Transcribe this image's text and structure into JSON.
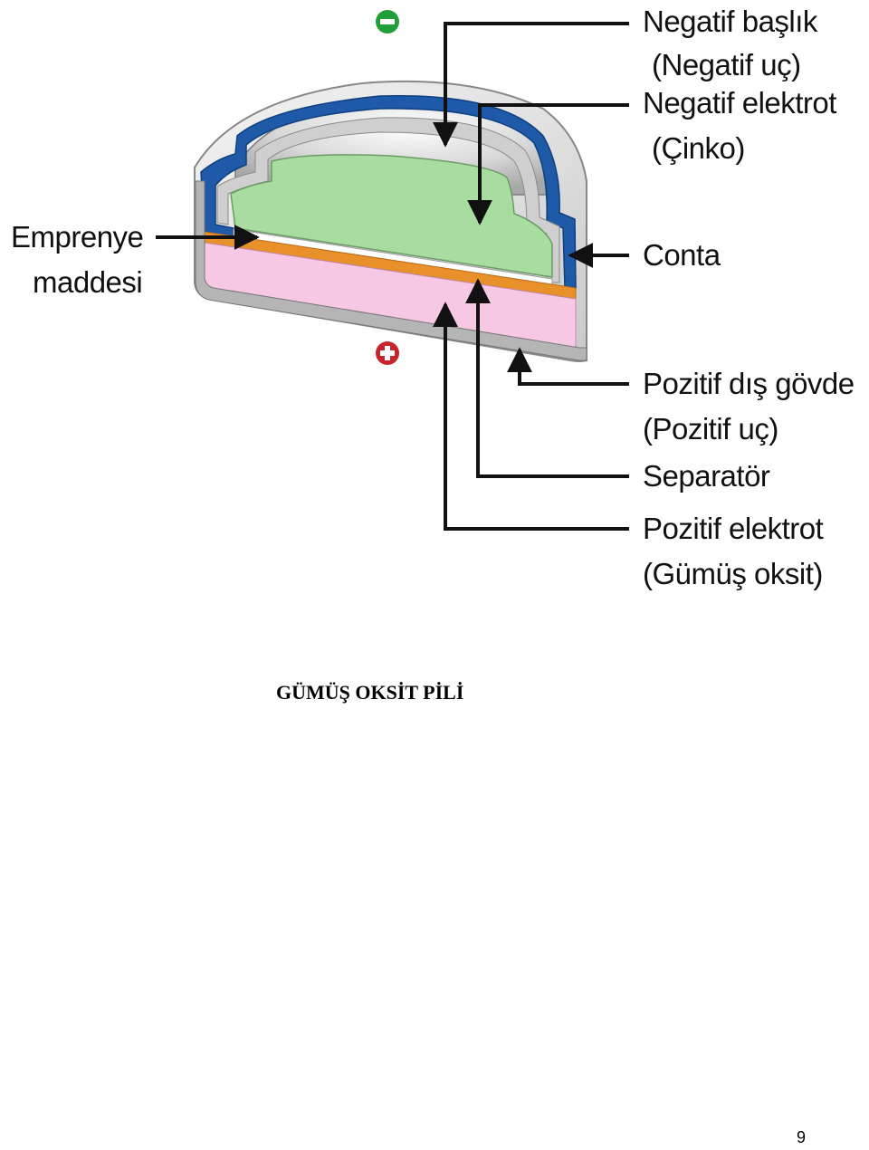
{
  "labels": {
    "negative_cap_line1": "Negatif başlık",
    "negative_cap_line2": "(Negatif uç)",
    "negative_electrode_line1": "Negatif elektrot",
    "negative_electrode_line2": "(Çinko)",
    "impregnation_line1": "Emprenye",
    "impregnation_line2": "maddesi",
    "gasket": "Conta",
    "positive_case_line1": "Pozitif dış gövde",
    "positive_case_line2": "(Pozitif uç)",
    "separator": "Separatör",
    "positive_electrode_line1": "Pozitif elektrot",
    "positive_electrode_line2": "(Gümüş oksit)"
  },
  "caption": "GÜMÜŞ OKSİT PİLİ",
  "page_number": "9",
  "colors": {
    "negative_symbol": "#1f9e3a",
    "positive_symbol": "#c8242c",
    "zinc_electrode": "#a8dca0",
    "silver_oxide": "#f7c8e4",
    "separator_orange": "#e8902a",
    "gasket_blue": "#1e5aa8"
  }
}
